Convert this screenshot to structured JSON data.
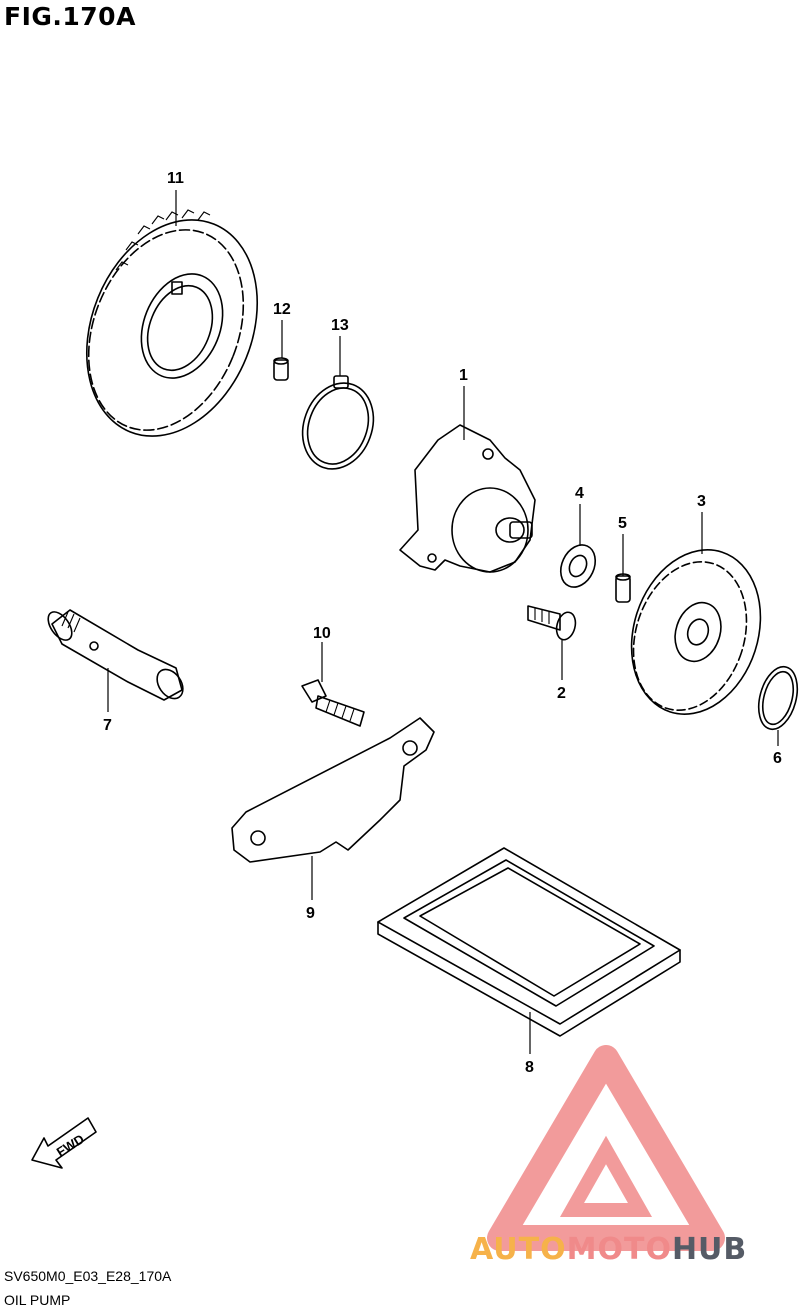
{
  "figure": {
    "title": "FIG.170A",
    "code": "SV650M0_E03_E28_170A",
    "name": "OIL PUMP"
  },
  "direction_label": "FWD",
  "callouts": [
    "1",
    "2",
    "3",
    "4",
    "5",
    "6",
    "7",
    "8",
    "9",
    "10",
    "11",
    "12",
    "13"
  ],
  "watermark": {
    "part1": "AUTO",
    "part2": "MOTO",
    "part3": "HUB",
    "colors": {
      "auto": "#f6b24a",
      "moto": "#f08a8a",
      "hub": "#555b66",
      "triangle": "#f08a8a"
    }
  }
}
